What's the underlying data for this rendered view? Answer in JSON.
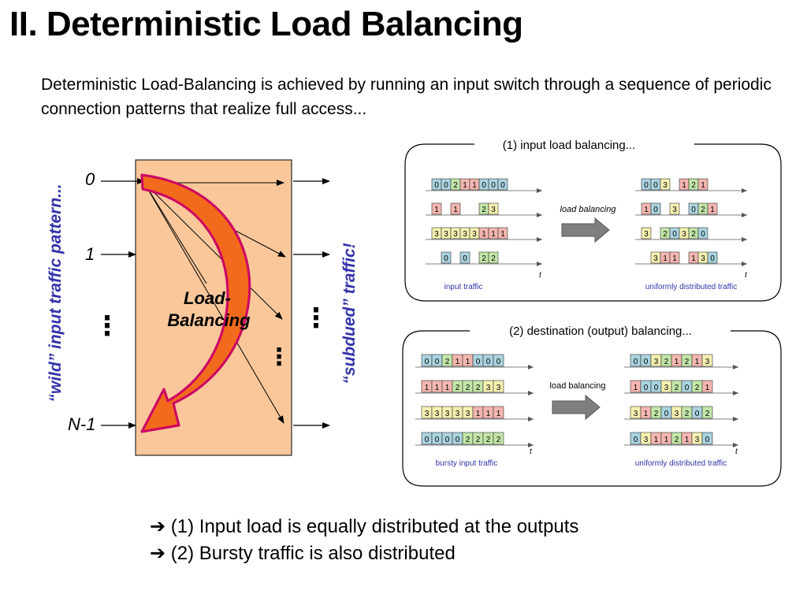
{
  "title": "II. Deterministic Load Balancing",
  "intro": "Deterministic Load-Balancing is achieved by running an input switch through a sequence of periodic connection patterns that realize full access...",
  "left_diagram": {
    "input_labels": [
      "0",
      "1",
      "N-1"
    ],
    "dots": "⋮",
    "box_label_line1": "Load-",
    "box_label_line2": "Balancing",
    "left_caption": "“wild” input traffic pattern...",
    "right_caption": "“subdued” traffic!",
    "colors": {
      "box": "#f9c79a",
      "arrow_fill": "#f26a1b",
      "arrow_stroke": "#cc0066",
      "caption": "#3333aa"
    }
  },
  "panel1": {
    "title": "(1) input load balancing...",
    "middle_label": "load balancing",
    "left_caption": "input traffic",
    "right_caption": "uniformly distributed traffic",
    "axis_label": "t",
    "left_rows": [
      [
        "0",
        "0",
        "2",
        "1",
        "1",
        "0",
        "0",
        "0"
      ],
      [
        "1",
        "",
        "1",
        "",
        "",
        "2",
        "3",
        ""
      ],
      [
        "3",
        "3",
        "3",
        "3",
        "3",
        "1",
        "1",
        "1"
      ],
      [
        "",
        "0",
        "",
        "0",
        "",
        "2",
        "2",
        ""
      ]
    ],
    "right_rows": [
      [
        "0",
        "0",
        "3",
        "",
        "1",
        "2",
        "1",
        ""
      ],
      [
        "1",
        "0",
        "",
        "3",
        "",
        "0",
        "2",
        "1"
      ],
      [
        "3",
        "",
        "2",
        "0",
        "3",
        "2",
        "0",
        ""
      ],
      [
        "",
        "3",
        "1",
        "1",
        "",
        "1",
        "3",
        "0"
      ]
    ]
  },
  "panel2": {
    "title": "(2) destination (output) balancing...",
    "middle_label": "load balancing",
    "left_caption": "bursty input traffic",
    "right_caption": "uniformly distributed traffic",
    "axis_label": "t",
    "left_rows": [
      [
        "0",
        "0",
        "2",
        "1",
        "1",
        "0",
        "0",
        "0"
      ],
      [
        "1",
        "1",
        "1",
        "2",
        "2",
        "2",
        "3",
        "3"
      ],
      [
        "3",
        "3",
        "3",
        "3",
        "3",
        "1",
        "1",
        "1"
      ],
      [
        "0",
        "0",
        "0",
        "0",
        "2",
        "2",
        "2",
        "2"
      ]
    ],
    "right_rows": [
      [
        "0",
        "0",
        "3",
        "2",
        "1",
        "2",
        "1",
        "3"
      ],
      [
        "1",
        "0",
        "0",
        "3",
        "2",
        "0",
        "2",
        "1"
      ],
      [
        "3",
        "1",
        "2",
        "0",
        "3",
        "2",
        "0",
        "2"
      ],
      [
        "0",
        "3",
        "1",
        "1",
        "2",
        "1",
        "3",
        "0"
      ]
    ]
  },
  "cell_colors": {
    "0": "#a9d3df",
    "1": "#f4b6b0",
    "2": "#c2e6a8",
    "3": "#f5f0b0"
  },
  "footer": {
    "arrow_glyph": "➔",
    "line1": "(1) Input load is equally distributed at the outputs",
    "line2": "(2) Bursty traffic is also distributed"
  }
}
